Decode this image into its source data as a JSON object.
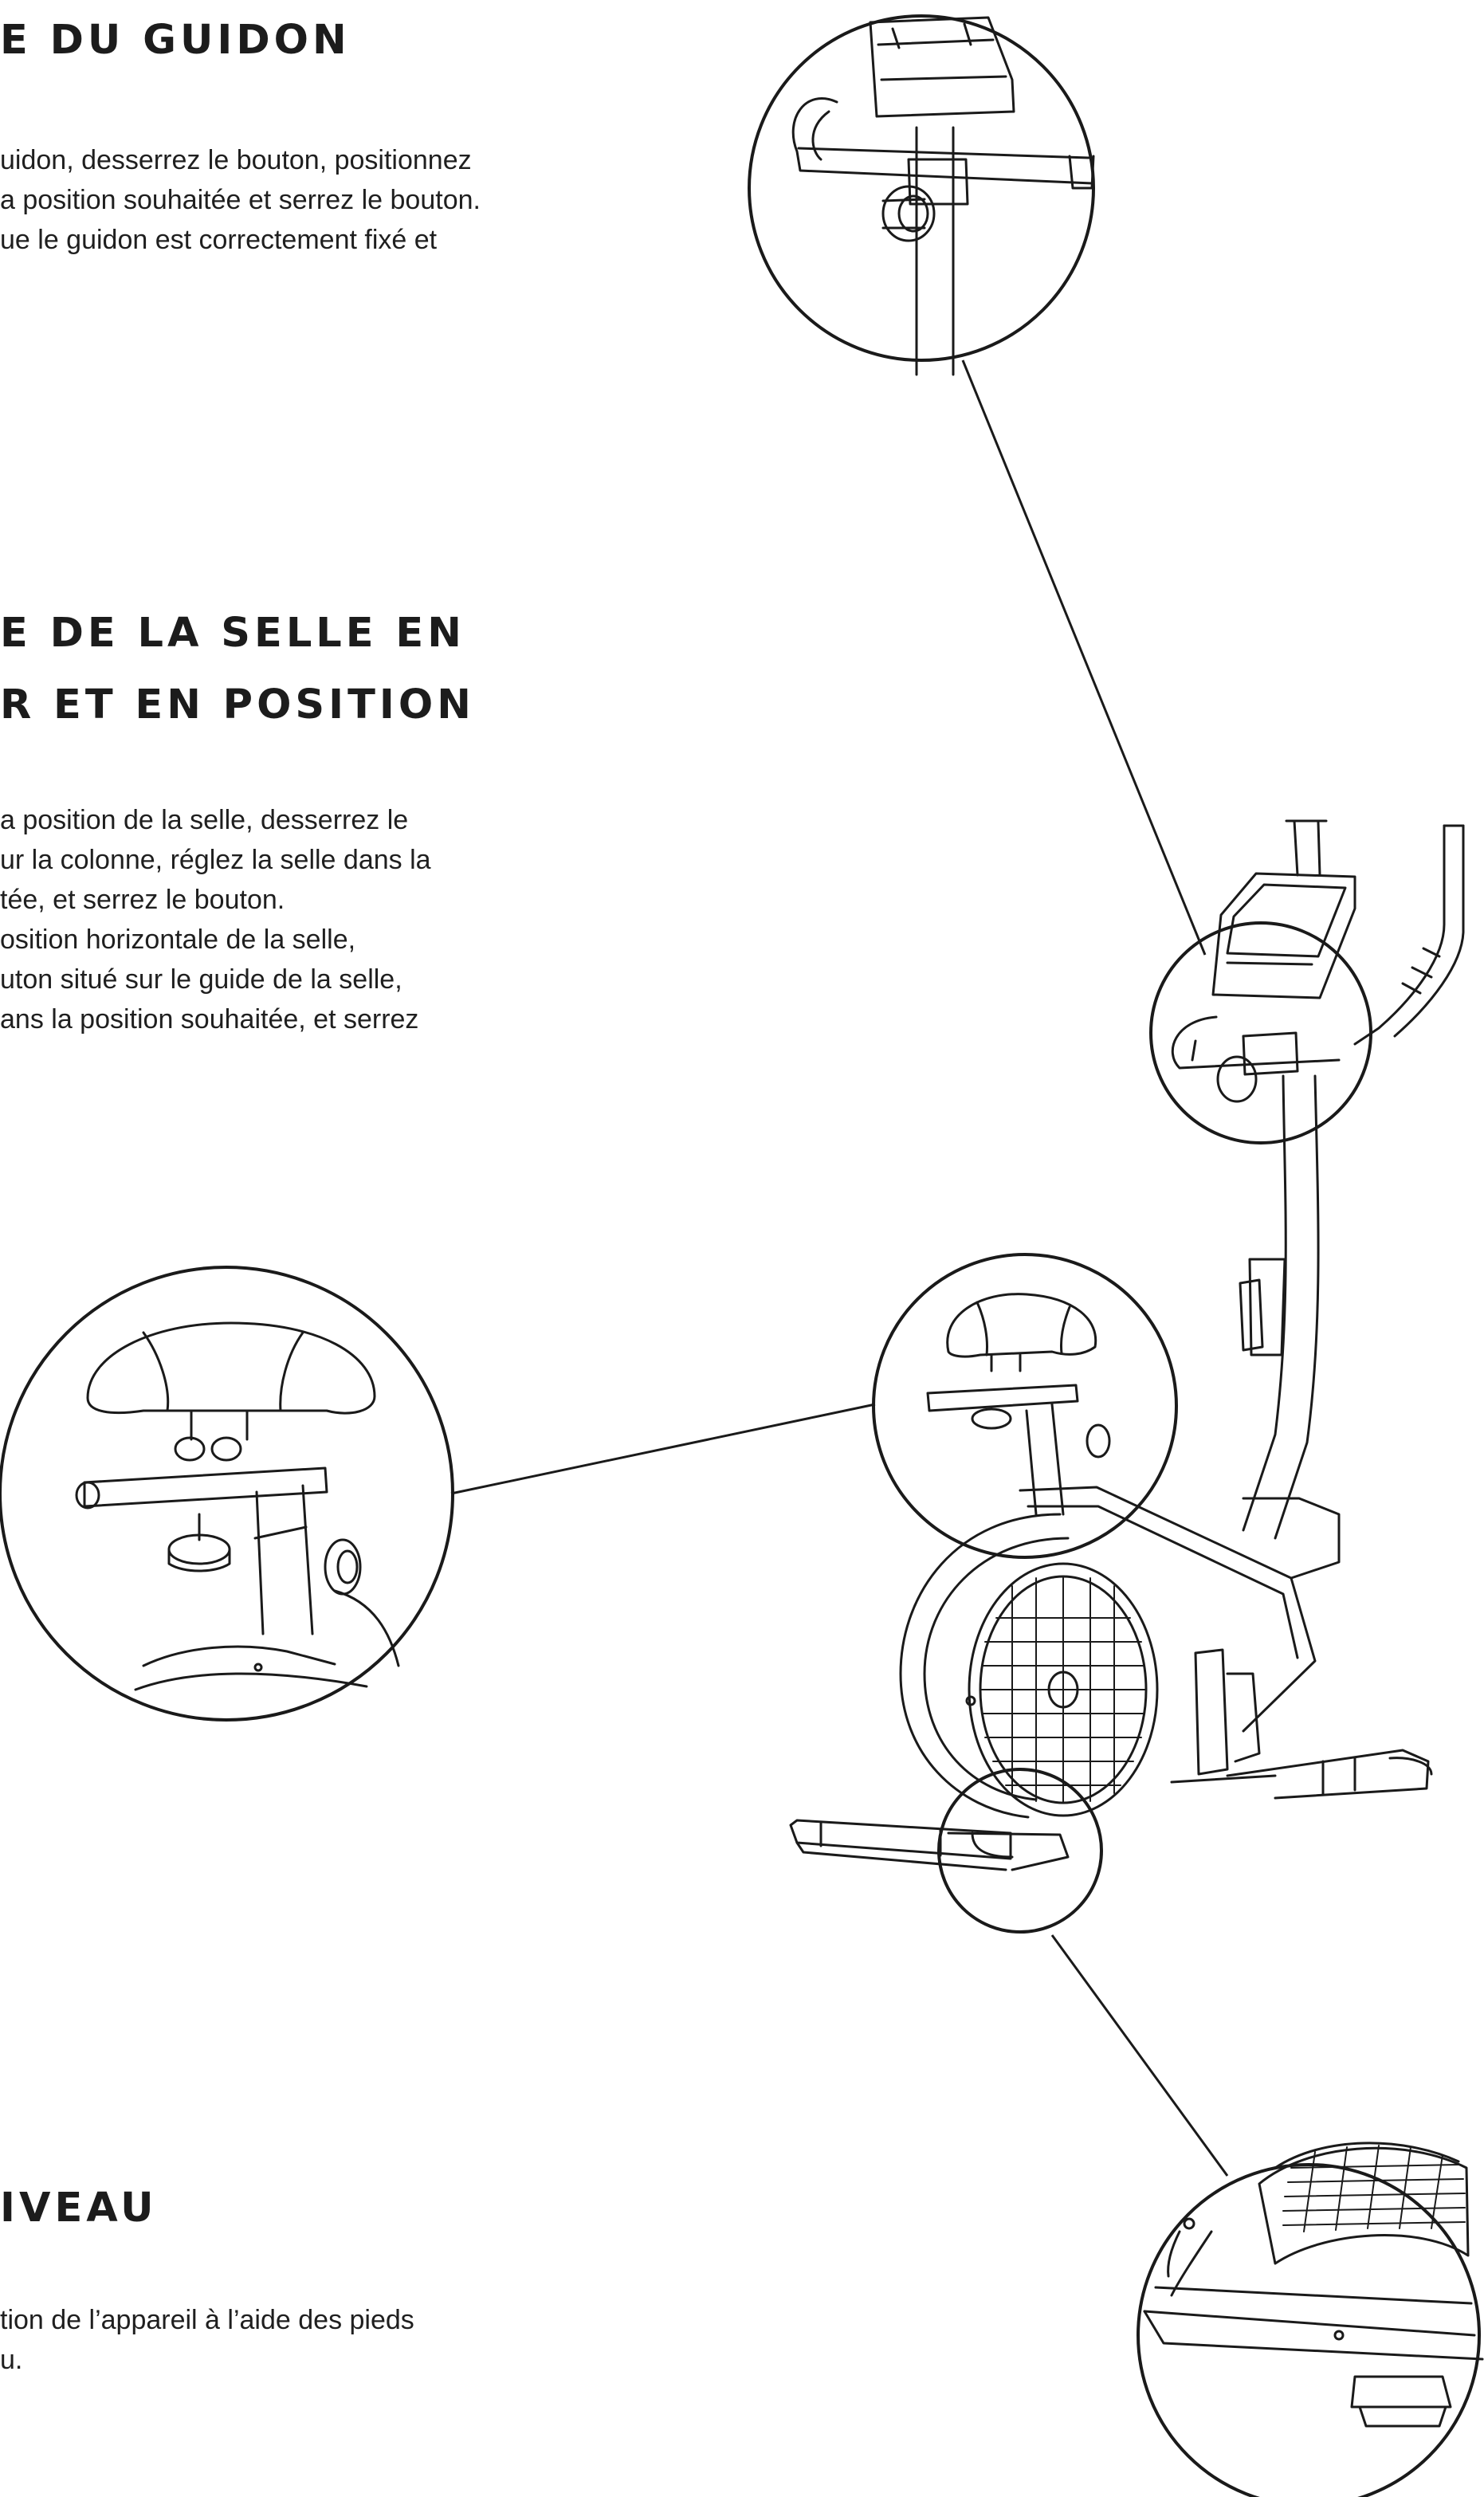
{
  "sections": {
    "handlebar": {
      "heading": "E DU GUIDON",
      "lines": [
        "uidon, desserrez le bouton, positionnez",
        "a position souhaitée et serrez le bouton.",
        "ue le guidon est correctement fixé et"
      ]
    },
    "seat": {
      "heading_lines": [
        "E DE LA SELLE EN",
        "R ET EN POSITION"
      ],
      "lines": [
        "a position de la selle, desserrez le",
        "ur la colonne, réglez la selle dans la",
        "tée, et serrez le bouton.",
        "osition horizontale de la selle,",
        "uton situé sur le guide de la selle,",
        "ans la position souhaitée, et serrez"
      ]
    },
    "level": {
      "heading": "IVEAU",
      "lines": [
        "tion de l’appareil à l’aide des pieds",
        "u."
      ]
    }
  },
  "illustration": {
    "subject": "exercise-bike",
    "callouts": [
      "handlebar-knob-detail",
      "seat-adjustment-detail",
      "leveling-foot-detail"
    ]
  }
}
